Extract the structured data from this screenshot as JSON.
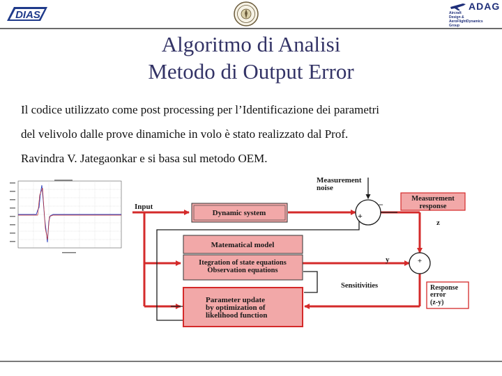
{
  "header": {
    "logo_left": "DIAS",
    "logo_right": {
      "title": "ADAG",
      "subtitle": "Aircraft\nDesign &\nAeroFlightDynamics\nGroup"
    }
  },
  "slide": {
    "title_line1": "Algoritmo di Analisi",
    "title_line2": "Metodo di Output Error",
    "body_lines": [
      "Il codice utilizzato come post processing per l’Identificazione dei parametri",
      "del velivolo dalle prove dinamiche in volo è stato realizzato dal Prof.",
      "Ravindra V. Jategaonkar e si basa sul metodo OEM."
    ]
  },
  "diagram": {
    "input": "Input",
    "dynamic_system": "Dynamic system",
    "measurement_noise_1": "Measurement",
    "measurement_noise_2": "noise",
    "measurement_response_1": "Measurement",
    "measurement_response_2": "response",
    "z": "z",
    "y": "y",
    "minus": "−",
    "plus": "+",
    "sum_plus": "+",
    "math_model": "Matematical model",
    "integration_1": "Itegration of state equations",
    "integration_2": "Observation equations",
    "sensitivities": "Sensitivities",
    "parameter_update_1": "Parameter update",
    "parameter_update_2": "by optimization of",
    "parameter_update_3": "likelihood function",
    "response_error_1": "Response",
    "response_error_2": "error",
    "response_error_3": "(z-y)"
  },
  "colors": {
    "accent_red": "#d42a2a",
    "box_fill": "#f2a8a8",
    "title_color": "#333366",
    "adag_blue": "#1f2f7a"
  }
}
